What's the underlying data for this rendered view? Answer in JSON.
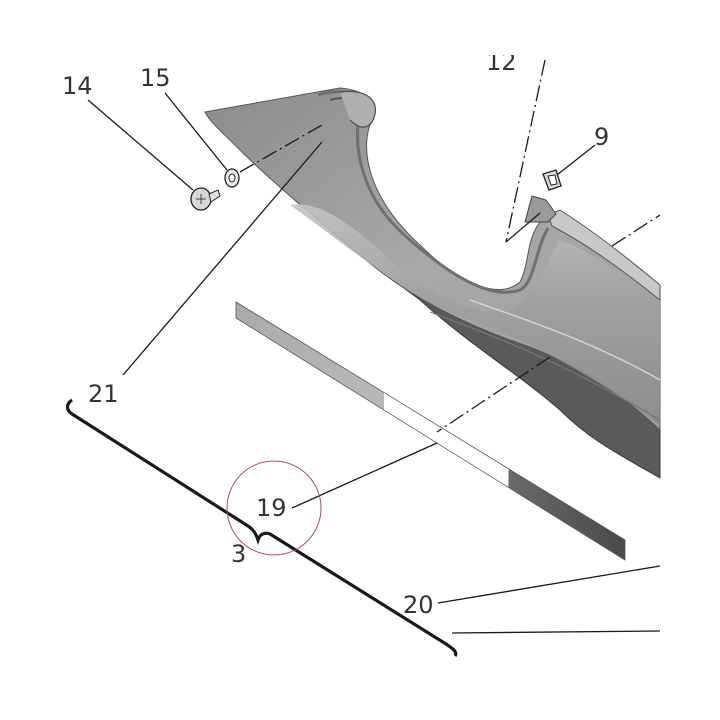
{
  "callouts": {
    "c14": "14",
    "c15": "15",
    "c12": "12",
    "c9": "9",
    "c21": "21",
    "c19": "19",
    "c3": "3",
    "c20": "20"
  },
  "colors": {
    "panel_top": "#9a9a9a",
    "panel_mid": "#b8b8b8",
    "panel_dark": "#5e5e5e",
    "panel_edge": "#3c3c3c",
    "highlight_circle": "#b04a5a",
    "line": "#1a1a1a"
  },
  "icons": [
    "screw-icon",
    "washer-icon",
    "clip-icon",
    "trim-strip-icon"
  ]
}
